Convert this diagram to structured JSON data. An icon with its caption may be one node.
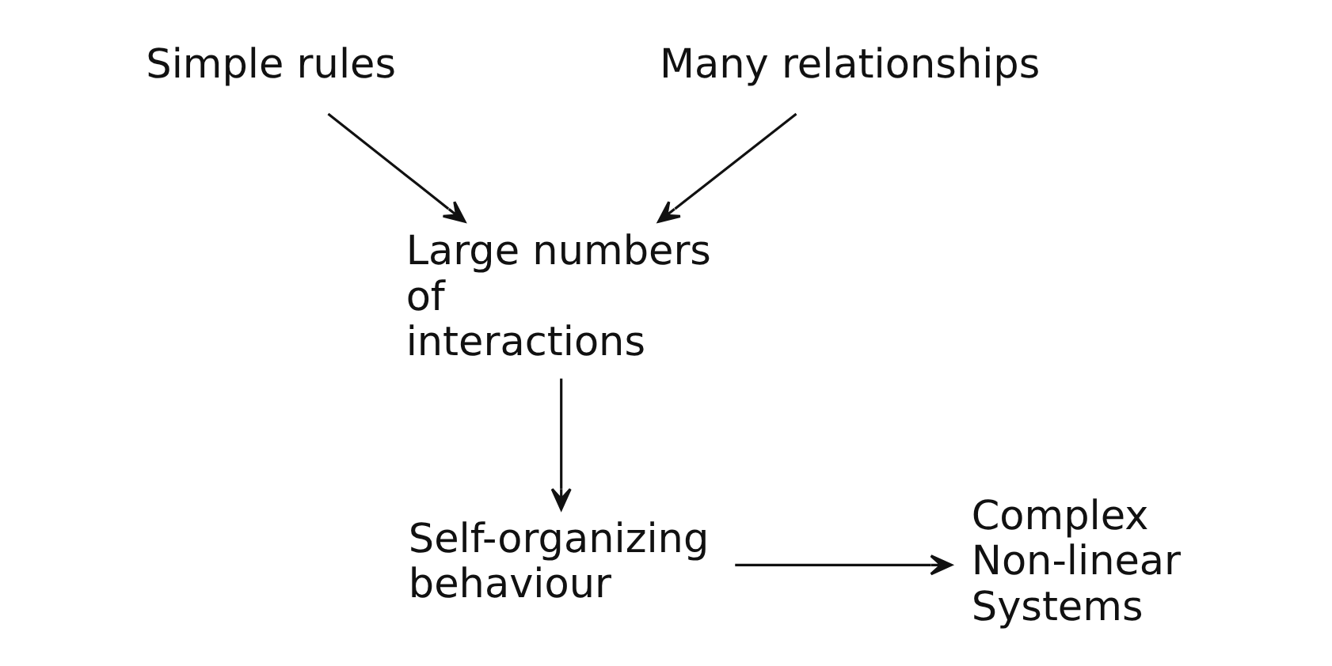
{
  "diagram": {
    "nodes": [
      {
        "text": [
          "Simple rules"
        ]
      },
      {
        "text": [
          "Many relationships"
        ]
      },
      {
        "text": [
          "Large numbers of interactions"
        ]
      },
      {
        "text": [
          "Self-organizing behaviour"
        ]
      },
      {
        "text": [
          "Complex Non-linear Systems"
        ]
      }
    ],
    "edges": [
      {
        "from": 0,
        "to": 2,
        "arrow": "to"
      },
      {
        "from": 1,
        "to": 2,
        "arrow": "to"
      },
      {
        "from": 2,
        "to": 3,
        "arrow": "to"
      },
      {
        "from": 3,
        "to": 4,
        "arrow": "to"
      }
    ]
  }
}
